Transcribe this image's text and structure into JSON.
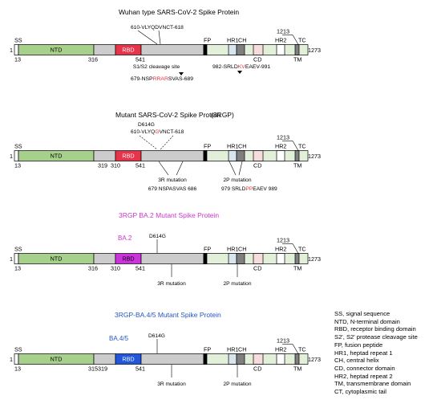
{
  "panels": [
    {
      "title": "Wuhan type SARS-CoV-2 Spike Protein",
      "title_color": "#000000",
      "rbd_color": "#e8344b",
      "variant_label": "",
      "variant_label_color": "#000000",
      "domains": {
        "ss": "SS",
        "ntd": "NTD",
        "rbd": "RBD",
        "fp": "FP",
        "hr1": "HR1",
        "ch": "CH",
        "cd": "CD",
        "hr2": "HR2",
        "tm": "TM",
        "tc": "TC",
        "start": "1",
        "end": "1273"
      },
      "positions": {
        "p13": "13",
        "p316": "316",
        "p319": "",
        "p310": "",
        "p541": "541",
        "p1213": "1213"
      },
      "mutation_top": "610-VLYQDVNCT-618",
      "mutation_top2": "",
      "mutation_top_red": "D",
      "cleavage_label": "S1/S2 cleavage site",
      "cleavage_seq_pre": "679-NSP",
      "cleavage_seq_red": "RRAR",
      "cleavage_seq_post": "SVAS-689",
      "hr1_seq_pre": "982-SRLD",
      "hr1_seq_red": "KV",
      "hr1_seq_post": "EAEV-991"
    },
    {
      "title": "Mutant SARS-CoV-2 Spike Protein",
      "title_suffix": "(3RGP)",
      "title_color": "#000000",
      "rbd_color": "#e8344b",
      "domains": {
        "ss": "SS",
        "ntd": "NTD",
        "rbd": "RBD",
        "fp": "FP",
        "hr1": "HR1",
        "ch": "CH",
        "cd": "CD",
        "hr2": "HR2",
        "tm": "TM",
        "tc": "TC",
        "start": "1",
        "end": "1273"
      },
      "positions": {
        "p13": "13",
        "p316": "",
        "p319": "319",
        "p310": "310",
        "p541": "541",
        "p1213": "1213"
      },
      "mutation_top": "D614G",
      "mutation_top2_pre": "610-VLYQ",
      "mutation_top2_red": "G",
      "mutation_top2_post": "VNCT-618",
      "r3_label": "3R mutation",
      "r3_seq": "679 NSPASVAS 686",
      "p2_label": "2P mutation",
      "p2_seq_pre": "979 SRLD",
      "p2_seq_red": "PP",
      "p2_seq_post": "EAEV 989"
    },
    {
      "title": "3RGP BA.2 Mutant Spike Protein",
      "title_color": "#cc33cc",
      "rbd_color": "#cc33dd",
      "variant_label": "BA.2",
      "variant_label_color": "#cc33cc",
      "domains": {
        "ss": "SS",
        "ntd": "NTD",
        "rbd": "RBD",
        "fp": "FP",
        "hr1": "HR1",
        "ch": "CH",
        "cd": "CD",
        "hr2": "HR2",
        "tm": "TM",
        "tc": "TC",
        "start": "1",
        "end": "1273"
      },
      "positions": {
        "p13": "13",
        "p316": "316",
        "p319": "",
        "p310": "310",
        "p541": "541",
        "p1213": "1213"
      },
      "mutation_top": "D614G",
      "r3_label": "3R mutation",
      "p2_label": "2P mutation"
    },
    {
      "title": "3RGP-BA.4/5 Mutant Spike Protein",
      "title_color": "#2255cc",
      "rbd_color": "#2255dd",
      "variant_label": "BA.4/5",
      "variant_label_color": "#2255cc",
      "domains": {
        "ss": "SS",
        "ntd": "NTD",
        "rbd": "RBD",
        "fp": "FP",
        "hr1": "HR1",
        "ch": "CH",
        "cd": "CD",
        "hr2": "HR2",
        "tm": "TM",
        "tc": "TC",
        "start": "1",
        "end": "1273"
      },
      "positions": {
        "p13": "13",
        "p316": "315",
        "p319": "319",
        "p310": "",
        "p541": "541",
        "p1213": "1213"
      },
      "mutation_top": "D614G",
      "r3_label": "3R mutation",
      "p2_label": "2P mutation"
    }
  ],
  "legend": [
    "SS, signal sequence",
    "NTD, N-terminal domain",
    "RBD, receptor binding domain",
    "S2', S2' protease cleavage site",
    "FP, fusion peptide",
    "HR1, heptad repeat 1",
    "CH, central helix",
    "CD, connector domain",
    "HR2, heptad repeat 2",
    "TM, transmembrane domain",
    "CT, cytoplasmic tail"
  ],
  "colors": {
    "ntd": "#a8d08d",
    "s2": "#e2efd9",
    "linker": "#cccccc",
    "cd": "#f6dcdc",
    "black": "#000000",
    "red": "#e8343b",
    "dark_grey": "#7f7f7f",
    "hr1": "#d6e5ee"
  }
}
